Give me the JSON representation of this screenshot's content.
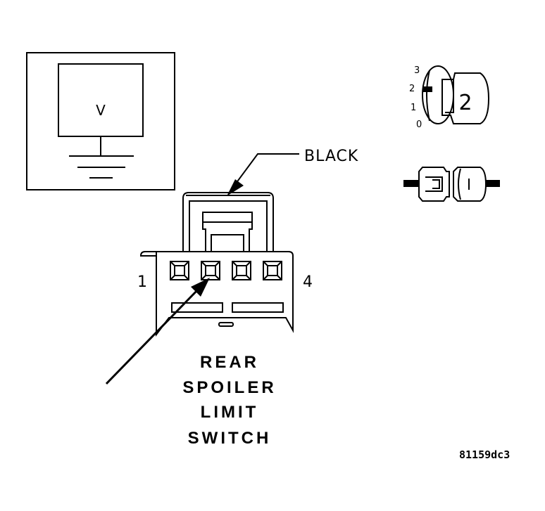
{
  "meter": {
    "display_label": "V"
  },
  "connector": {
    "wire_color_label": "BLACK",
    "pin_first_label": "1",
    "pin_last_label": "4"
  },
  "component_title": {
    "line1": "REAR",
    "line2": "SPOILER",
    "line3": "LIMIT",
    "line4": "SWITCH"
  },
  "ignition": {
    "positions": [
      "3",
      "2",
      "1",
      "0"
    ],
    "key_position_label": "2"
  },
  "figure_code": "81159dc3"
}
